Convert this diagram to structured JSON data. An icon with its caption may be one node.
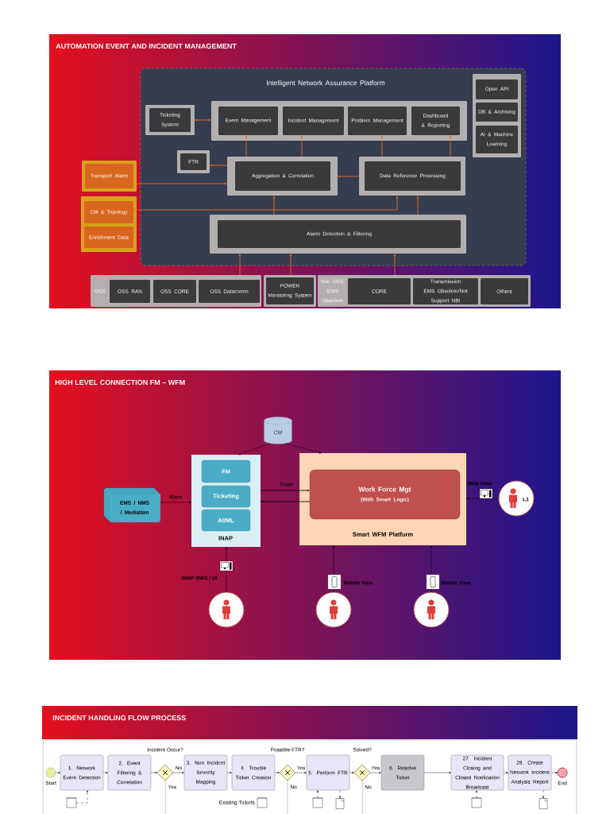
{
  "diagram": {
    "nodes": [
      {
        "text": [
          "Intelligent Network Assurance Platform"
        ]
      },
      {
        "text": [
          "Ticketing System"
        ],
        "in": 0
      },
      {
        "text": [],
        "shape": "box",
        "in": 0
      },
      {
        "text": [
          "Event Management"
        ],
        "in": 2
      },
      {
        "text": [
          "Incident Management"
        ],
        "in": 2
      },
      {
        "text": [
          "Problem Management"
        ],
        "in": 2
      },
      {
        "text": [
          "Dashboard & Reporting"
        ],
        "in": 2
      },
      {
        "text": [
          "FTR"
        ],
        "in": 0
      },
      {
        "text": [
          "Aggregation & Correlation"
        ],
        "in": 0
      },
      {
        "text": [
          "Data Reference Processing"
        ],
        "in": 0
      },
      {
        "text": [
          "Alarm Detection & Filtering"
        ],
        "in": 0
      },
      {
        "text": [],
        "shape": "box",
        "in": 0
      },
      {
        "text": [
          "Open API"
        ],
        "in": 11
      },
      {
        "text": [
          "DB & Archiving"
        ],
        "in": 11
      },
      {
        "text": [
          "AI & Machine Learning"
        ],
        "in": 11
      },
      {
        "text": [
          "Transport Alarm"
        ]
      },
      {
        "text": [],
        "shape": "box"
      },
      {
        "text": [
          "CM & Topology"
        ],
        "in": 16
      },
      {
        "text": [
          "Enrichment Data"
        ],
        "in": 16
      },
      {
        "text": [
          "OSS"
        ]
      },
      {
        "text": [
          "OSS RAN"
        ],
        "in": 19
      },
      {
        "text": [
          "OSS CORE"
        ],
        "in": 19
      },
      {
        "text": [
          "OSS Datacomm"
        ],
        "in": 19
      },
      {
        "text": [
          "POWER Monitoring System"
        ]
      },
      {
        "text": [
          "Non OSS, EMS Obsolete"
        ]
      },
      {
        "text": [
          "CORE"
        ],
        "in": 24
      },
      {
        "text": [
          "Transmission",
          "EMS Obsolete/Not Support NBI"
        ],
        "in": 24
      },
      {
        "text": [
          "Others"
        ],
        "in": 24
      },
      {
        "text": [
          "CM"
        ]
      },
      {
        "text": [
          "EMS / NMS / Mediation"
        ]
      },
      {
        "text": [
          "INAP"
        ]
      },
      {
        "text": [
          "FM"
        ],
        "in": 30
      },
      {
        "text": [
          "Ticketing"
        ],
        "in": 30
      },
      {
        "text": [
          "AI/ML"
        ],
        "in": 30
      },
      {
        "text": [
          "Smart WFM Platform"
        ]
      },
      {
        "text": [
          "Work Force Mgt",
          "(With Smart Logic)"
        ],
        "in": 34
      },
      {
        "text": [
          "L1"
        ]
      },
      {
        "text": [],
        "shape": "person"
      },
      {
        "text": [],
        "shape": "person"
      },
      {
        "text": [],
        "shape": "person"
      },
      {
        "text": [],
        "shape": "circle",
        "beside": [
          "Start"
        ]
      },
      {
        "text": [
          "1. Network Event Detection"
        ]
      },
      {
        "text": [
          "2. Event Filtering & Correlation"
        ]
      },
      {
        "text": [],
        "shape": "diamond"
      },
      {
        "text": [
          "3. Non Incident Severity Mapping"
        ]
      },
      {
        "text": [
          "4. Trouble Ticket Creation"
        ]
      },
      {
        "text": [],
        "shape": "diamond"
      },
      {
        "text": [
          "5. Perform FTR"
        ]
      },
      {
        "text": [],
        "shape": "diamond"
      },
      {
        "text": [
          "6. Resolve Ticket"
        ]
      },
      {
        "text": [
          "27. Incident Closing and Closed Notification Broadcast"
        ]
      },
      {
        "text": [
          "28. Create Network Incident Analysis Report"
        ]
      },
      {
        "text": [],
        "shape": "circle",
        "beside": [
          "End"
        ]
      },
      {
        "text": [],
        "shape": "cylinder"
      },
      {
        "text": [],
        "shape": "cylinder",
        "beside": [
          "Existing Tickets"
        ]
      },
      {
        "text": [],
        "shape": "cylinder"
      },
      {
        "text": [],
        "shape": "document"
      },
      {
        "text": [],
        "shape": "cylinder"
      },
      {
        "text": [],
        "shape": "document"
      }
    ],
    "edges": [
      {
        "from": 1,
        "to": 2,
        "arrow": "both",
        "color": "#e07030"
      },
      {
        "from": 8,
        "to": 3,
        "arrow": "to",
        "color": "#e07030"
      },
      {
        "from": 8,
        "to": 4,
        "arrow": "to",
        "color": "#e07030"
      },
      {
        "from": 9,
        "to": 5,
        "arrow": "to",
        "color": "#e07030"
      },
      {
        "from": 9,
        "to": 6,
        "arrow": "to",
        "color": "#e07030"
      },
      {
        "from": 8,
        "to": 7,
        "arrow": "to",
        "color": "#e07030"
      },
      {
        "from": 9,
        "to": 8,
        "arrow": "to",
        "color": "#e07030"
      },
      {
        "from": 15,
        "to": 8,
        "arrow": "to",
        "color": "#e07030"
      },
      {
        "from": 17,
        "to": 9,
        "arrow": "to",
        "color": "#e07030"
      },
      {
        "from": 10,
        "to": 8,
        "arrow": "to",
        "color": "#e07030"
      },
      {
        "from": 10,
        "to": 9,
        "arrow": "to",
        "color": "#e07030"
      },
      {
        "from": 19,
        "to": 10,
        "arrow": "to",
        "color": "#e07030"
      },
      {
        "from": 23,
        "to": 10,
        "arrow": "to",
        "color": "#e07030"
      },
      {
        "from": 24,
        "to": 10,
        "arrow": "to",
        "color": "#e07030"
      },
      {
        "from": 28,
        "to": 30,
        "arrow": "to"
      },
      {
        "from": 28,
        "to": 34,
        "arrow": "to"
      },
      {
        "from": 29,
        "to": 30,
        "arrow": "to",
        "label": "Alarm"
      },
      {
        "from": 30,
        "to": 35,
        "arrow": "to",
        "label": "Ticket"
      },
      {
        "from": 35,
        "to": 30,
        "arrow": "to"
      },
      {
        "from": 36,
        "to": 34,
        "arrow": "to",
        "label": "Web View"
      },
      {
        "from": 37,
        "to": 30,
        "arrow": "to",
        "label": "INAP OWS / UI"
      },
      {
        "from": 38,
        "to": 34,
        "arrow": "to",
        "label": "Mobile View"
      },
      {
        "from": 39,
        "to": 34,
        "arrow": "to",
        "label": "Mobile View"
      },
      {
        "from": 40,
        "to": 41,
        "arrow": "to"
      },
      {
        "from": 41,
        "to": 42,
        "arrow": "to"
      },
      {
        "from": 42,
        "to": 43,
        "arrow": "to"
      },
      {
        "from": 43,
        "to": 44,
        "arrow": "to",
        "label": "No"
      },
      {
        "from": 43,
        "to": null,
        "arrow": "none",
        "label": "Yes"
      },
      {
        "from": 44,
        "to": 45,
        "arrow": "to"
      },
      {
        "from": 45,
        "to": 46,
        "arrow": "to"
      },
      {
        "from": 46,
        "to": 47,
        "arrow": "to",
        "label": "Yes"
      },
      {
        "from": 46,
        "to": null,
        "arrow": "none",
        "label": "No"
      },
      {
        "from": 47,
        "to": 48,
        "arrow": "to"
      },
      {
        "from": 48,
        "to": 49,
        "arrow": "to",
        "label": "Yes"
      },
      {
        "from": 48,
        "to": null,
        "arrow": "none",
        "label": "No"
      },
      {
        "from": 49,
        "to": 50,
        "arrow": "to"
      },
      {
        "from": 50,
        "to": 51,
        "arrow": "to"
      },
      {
        "from": 51,
        "to": 52,
        "arrow": "to"
      },
      {
        "from": 53,
        "to": 41,
        "arrow": "to",
        "style": "dashed"
      },
      {
        "from": 55,
        "to": 47,
        "arrow": "to",
        "style": "dashed"
      },
      {
        "from": 47,
        "to": 56,
        "arrow": "to",
        "style": "dashed"
      },
      {
        "from": 57,
        "to": 50,
        "arrow": "to",
        "style": "dashed"
      },
      {
        "from": 51,
        "to": 58,
        "arrow": "to",
        "style": "dashed"
      }
    ],
    "labels": [
      "AUTOMATION EVENT AND INCIDENT MANAGEMENT",
      "HIGH LEVEL CONNECTION FM – WFM",
      "INCIDENT HANDLING FLOW PROCESS",
      "Incident Occur?",
      "Possible FTR?",
      "Solved?"
    ]
  }
}
